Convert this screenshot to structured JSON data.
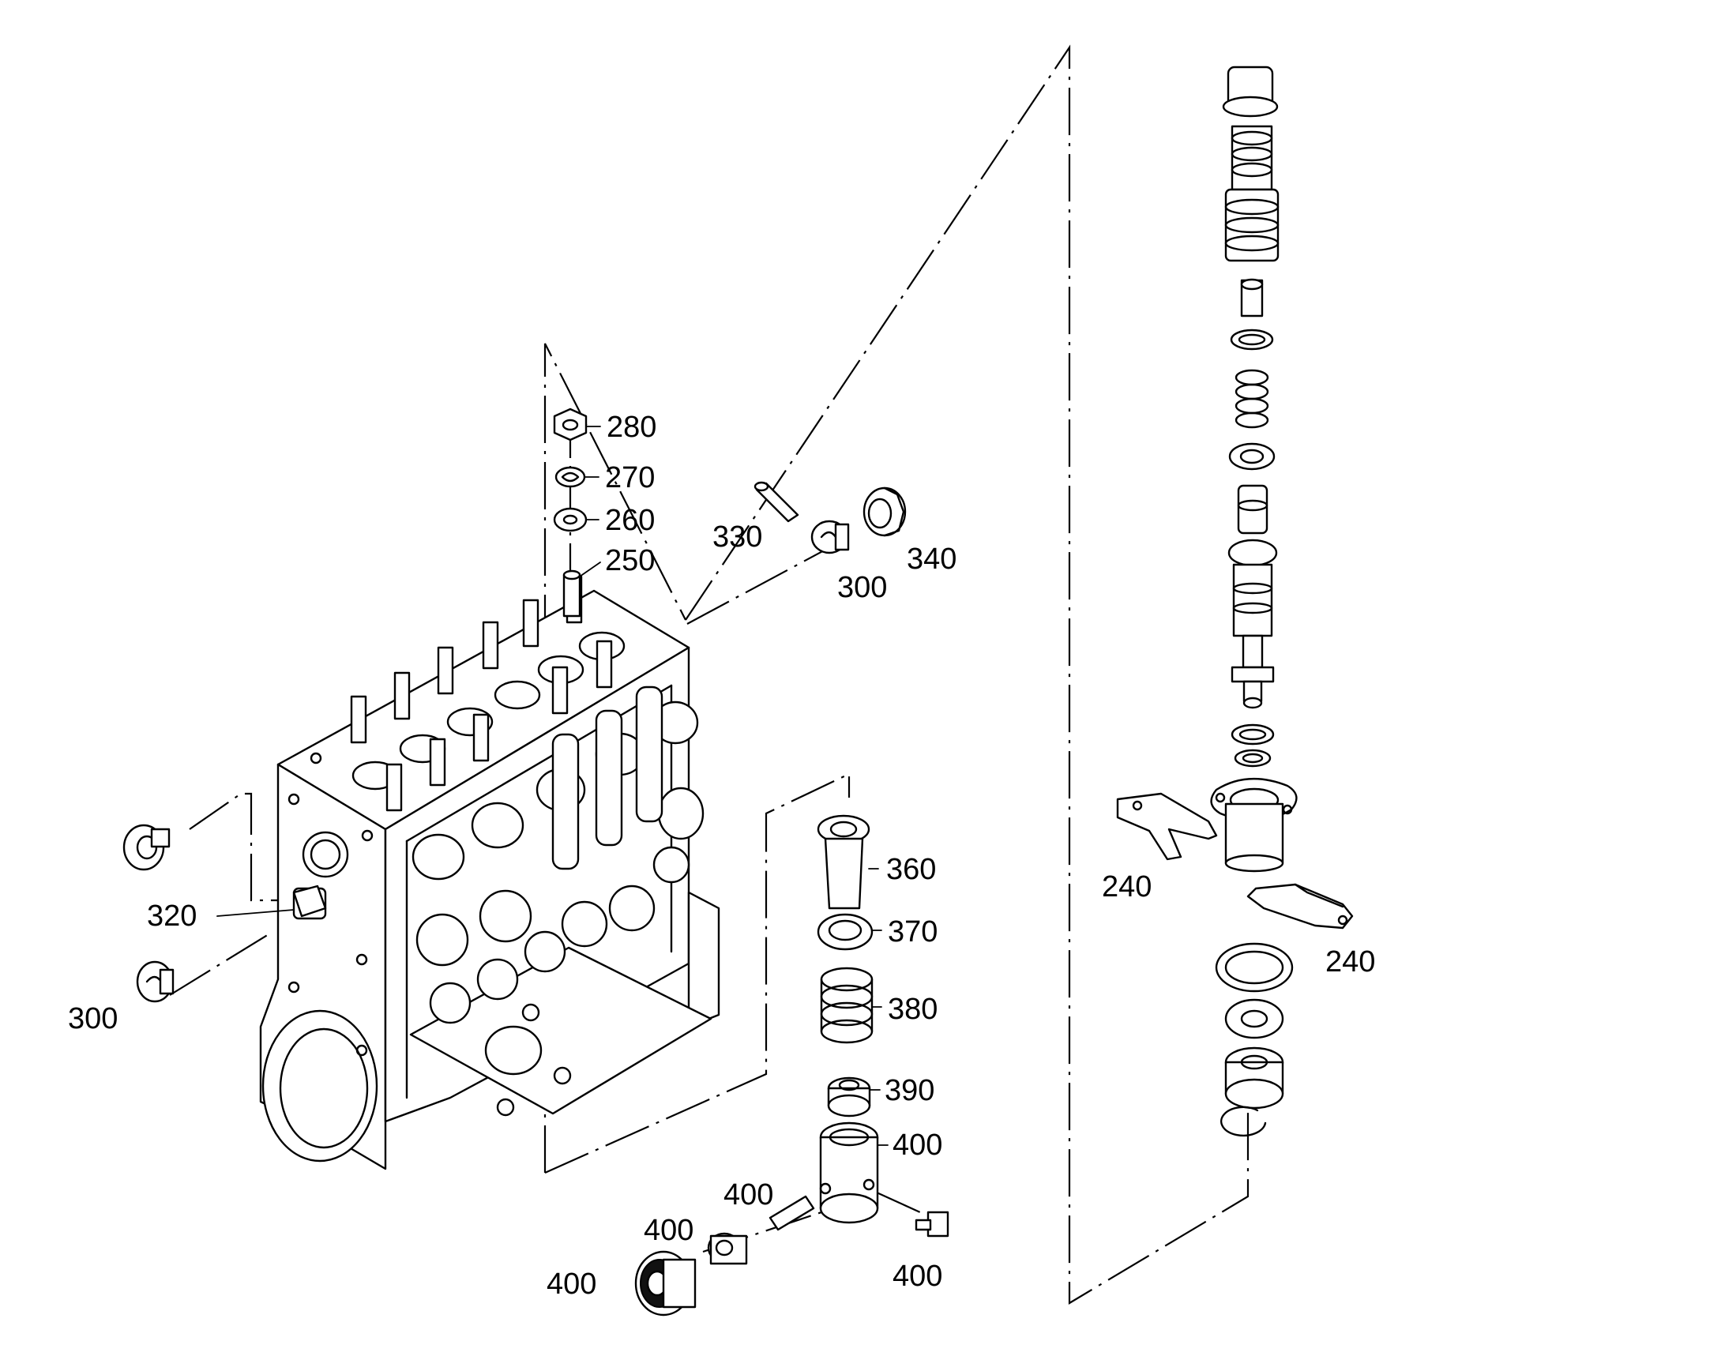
{
  "labels": {
    "l280": "280",
    "l270": "270",
    "l260": "260",
    "l250": "250",
    "l330": "330",
    "l340": "340",
    "l300a": "300",
    "l300b": "300",
    "l320": "320",
    "l360": "360",
    "l370": "370",
    "l380": "380",
    "l390": "390",
    "l400a": "400",
    "l400b": "400",
    "l400c": "400",
    "l400d": "400",
    "l400e": "400",
    "l240a": "240",
    "l240b": "240"
  }
}
